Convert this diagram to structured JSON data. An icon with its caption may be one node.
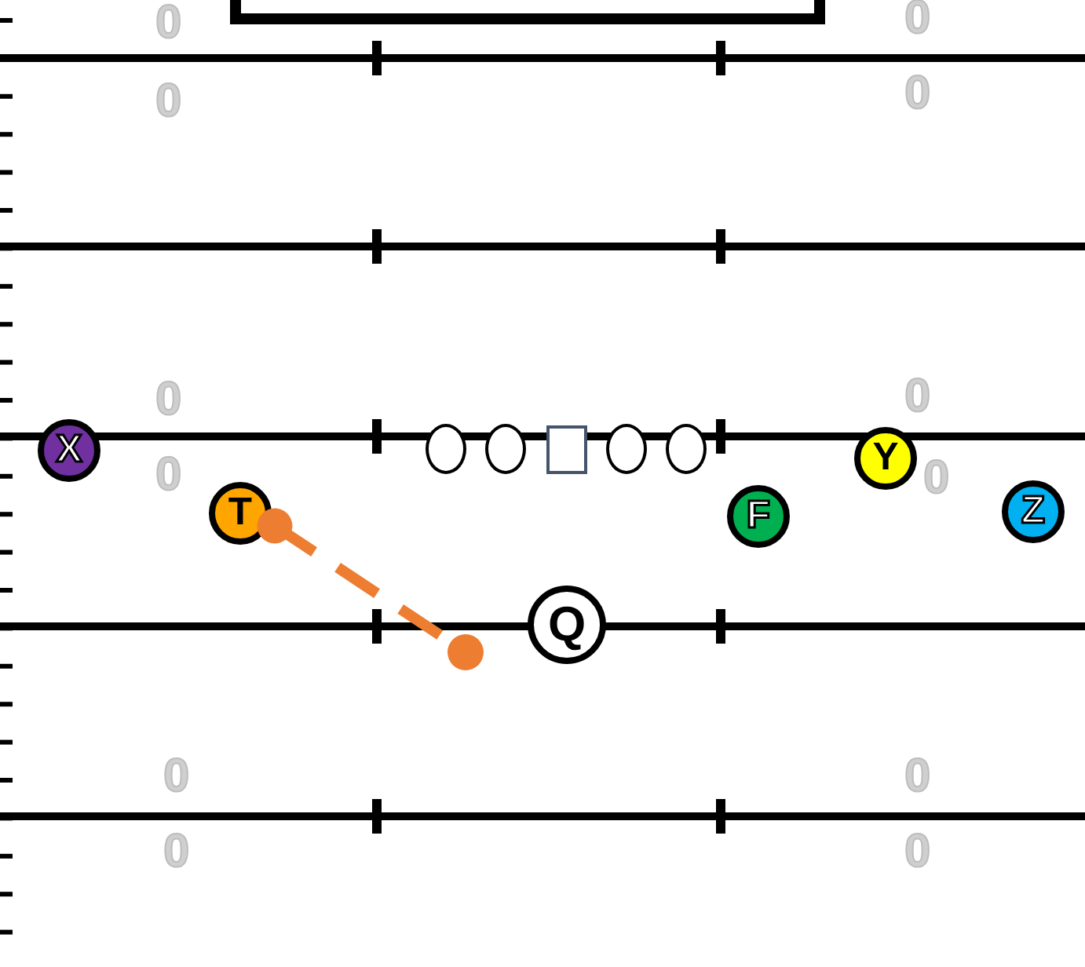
{
  "diagram": {
    "nodes": [
      {
        "text": [
          "X"
        ]
      },
      {
        "text": [],
        "shape": "circle"
      },
      {
        "text": [],
        "shape": "circle"
      },
      {
        "text": [],
        "shape": "box"
      },
      {
        "text": [],
        "shape": "circle"
      },
      {
        "text": [],
        "shape": "circle"
      },
      {
        "text": [
          "Y"
        ]
      },
      {
        "text": [
          "T"
        ]
      },
      {
        "text": [
          "F"
        ]
      },
      {
        "text": [
          "Z"
        ]
      },
      {
        "text": [
          "Q"
        ]
      },
      {
        "text": [],
        "shape": "circle"
      }
    ],
    "edges": [
      {
        "from": 7,
        "to": 11,
        "arrow": "other",
        "style": "dashed",
        "color": "#ed7d31"
      }
    ],
    "labels": [
      "0",
      "0",
      "0",
      "0",
      "0",
      "0",
      "0",
      "0",
      "0",
      "0",
      "0",
      "0"
    ]
  }
}
